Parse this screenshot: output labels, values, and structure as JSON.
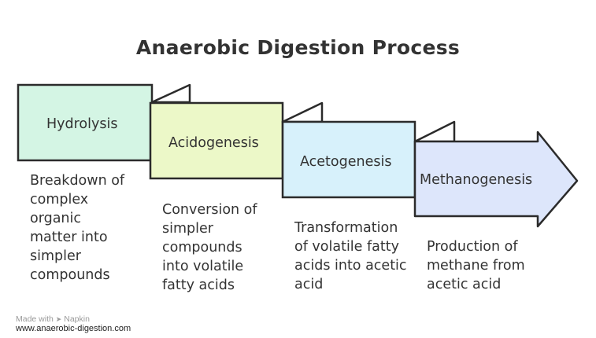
{
  "title": "Anaerobic Digestion Process",
  "steps": [
    {
      "label": "Hydrolysis",
      "color": "#d4f5e4",
      "description": [
        "Breakdown of",
        "complex",
        "organic",
        "matter into",
        "simpler",
        "compounds"
      ]
    },
    {
      "label": "Acidogenesis",
      "color": "#ecf8c8",
      "description": [
        "Conversion of",
        "simpler",
        "compounds",
        "into volatile",
        "fatty acids"
      ]
    },
    {
      "label": "Acetogenesis",
      "color": "#d7f1fb",
      "description": [
        "Transformation",
        "of volatile fatty",
        "acids into acetic",
        "acid"
      ]
    },
    {
      "label": "Methanogenesis",
      "color": "#dde6fb",
      "description": [
        "Production of",
        "methane from",
        "acetic acid"
      ]
    }
  ],
  "footer": {
    "made_with": "Made with",
    "brand": "Napkin",
    "url": "www.anaerobic-digestion.com"
  }
}
